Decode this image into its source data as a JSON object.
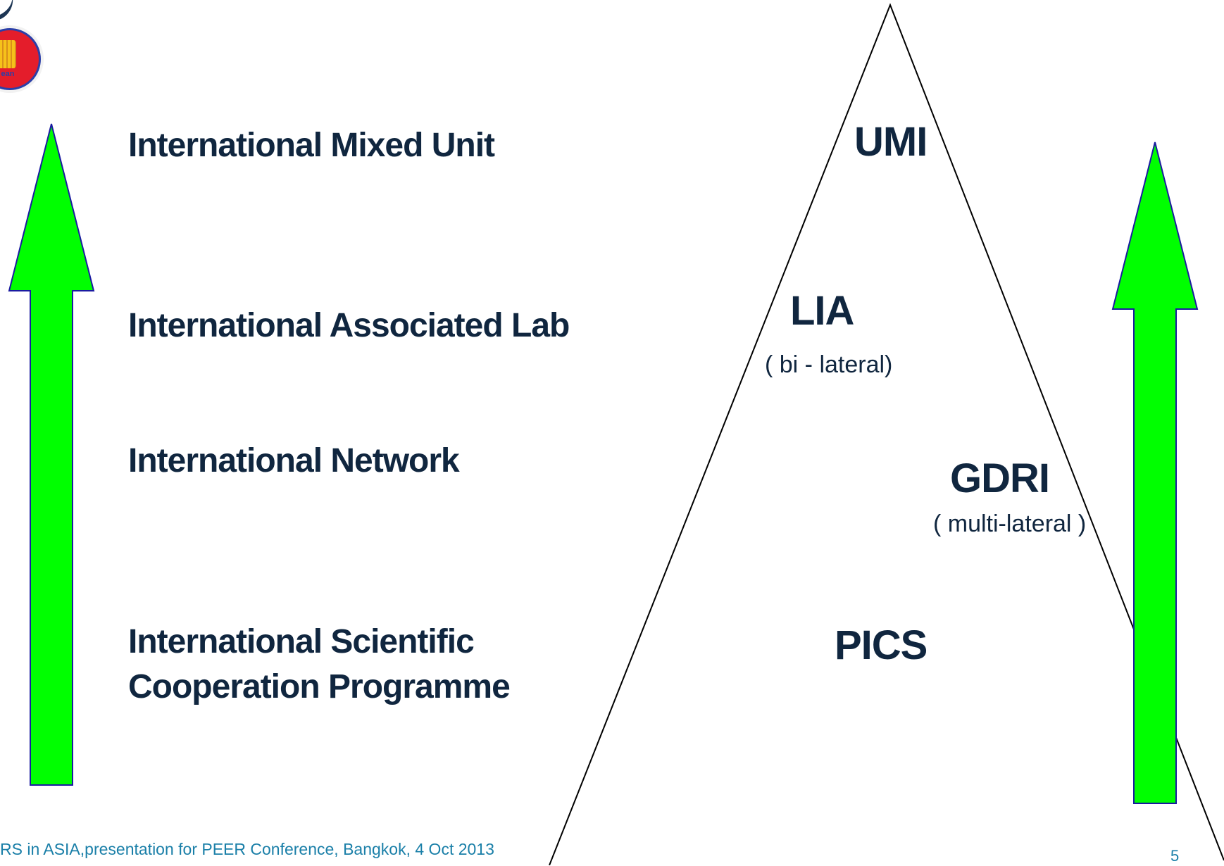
{
  "labels": {
    "umi_full": "International Mixed Unit",
    "lia_full": "International Associated Lab",
    "gdri_full": "International Network",
    "pics_full_line1": "International Scientific",
    "pics_full_line2": "Cooperation Programme"
  },
  "pyramid": {
    "umi": "UMI",
    "lia": "LIA",
    "lia_note": "( bi - lateral)",
    "gdri": "GDRI",
    "gdri_note": "( multi-lateral )",
    "pics": "PICS"
  },
  "footer": {
    "text": "RS in ASIA,presentation for PEER Conference, Bangkok, 4 Oct 2013",
    "page_number": "5"
  },
  "logo": {
    "text": "ean"
  },
  "colors": {
    "arrow_fill": "#00ff00",
    "arrow_stroke": "#1a1aa0",
    "text": "#10263f",
    "footer": "#1a7fa8",
    "triangle_stroke": "#000000"
  }
}
